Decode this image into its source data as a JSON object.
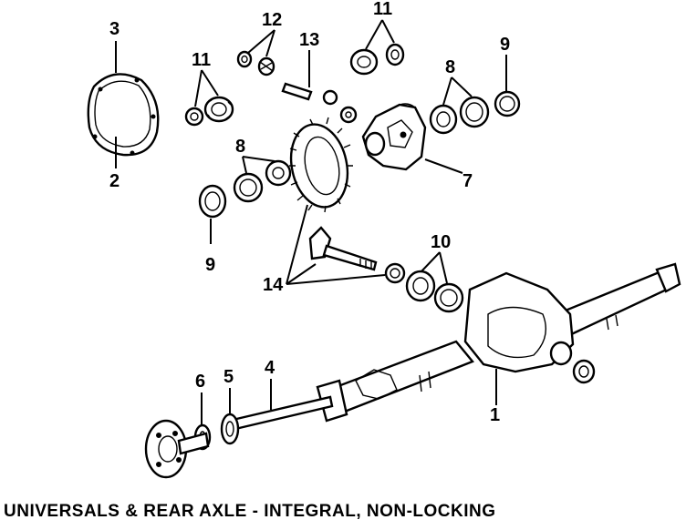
{
  "caption": "UNIVERSALS & REAR AXLE - INTEGRAL, NON-LOCKING",
  "callouts": [
    {
      "id": "3a",
      "text": "3"
    },
    {
      "id": "2",
      "text": "2"
    },
    {
      "id": "12",
      "text": "12"
    },
    {
      "id": "13",
      "text": "13"
    },
    {
      "id": "11a",
      "text": "11"
    },
    {
      "id": "11b",
      "text": "11"
    },
    {
      "id": "9a",
      "text": "9"
    },
    {
      "id": "8a",
      "text": "8"
    },
    {
      "id": "8b",
      "text": "8"
    },
    {
      "id": "7",
      "text": "7"
    },
    {
      "id": "9b",
      "text": "9"
    },
    {
      "id": "10",
      "text": "10"
    },
    {
      "id": "14",
      "text": "14"
    },
    {
      "id": "4",
      "text": "4"
    },
    {
      "id": "5",
      "text": "5"
    },
    {
      "id": "6",
      "text": "6"
    },
    {
      "id": "1",
      "text": "1"
    }
  ]
}
